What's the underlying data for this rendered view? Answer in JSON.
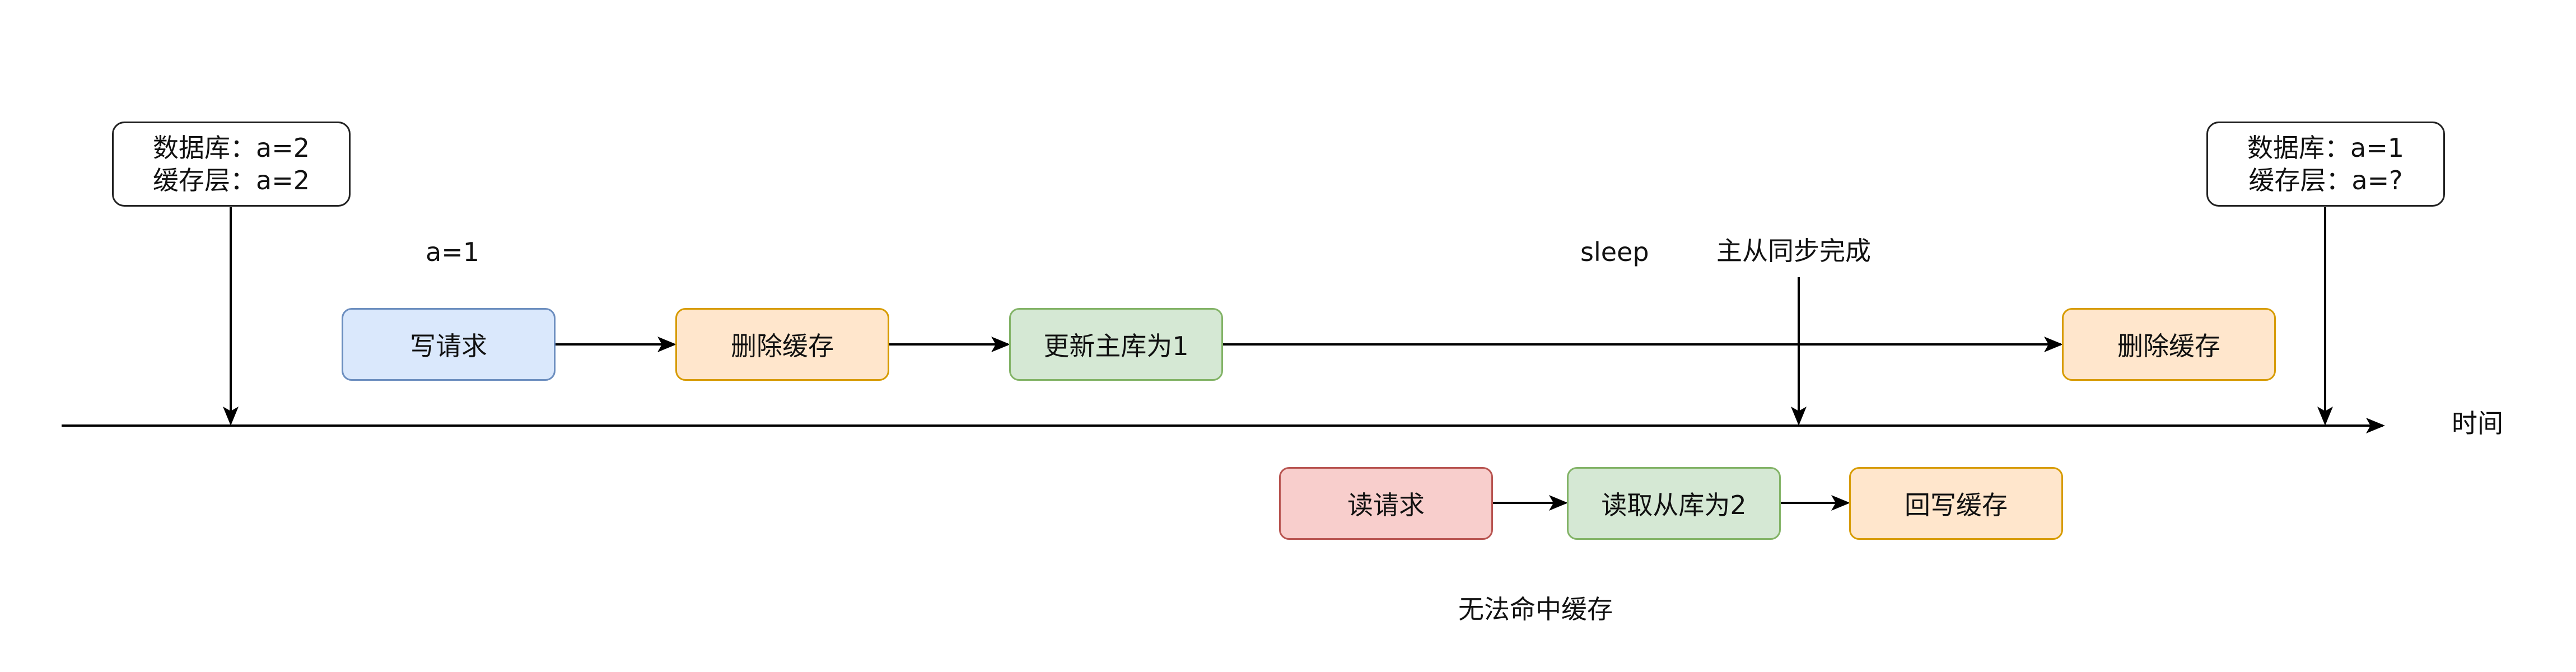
{
  "top_flow": {
    "write_request": "写请求",
    "delete_cache_1": "删除缓存",
    "update_master": "更新主库为1",
    "delete_cache_2": "删除缓存"
  },
  "bottom_flow": {
    "read_request": "读请求",
    "read_slave": "读取从库为2",
    "write_back_cache": "回写缓存"
  },
  "notes": {
    "initial": {
      "line1": "数据库：a=2",
      "line2": "缓存层：a=2"
    },
    "final": {
      "line1": "数据库：a=1",
      "line2": "缓存层：a=?"
    }
  },
  "labels": {
    "set_value": "a=1",
    "sleep": "sleep",
    "sync_done": "主从同步完成",
    "cache_miss": "无法命中缓存",
    "time_axis": "时间"
  },
  "colors": {
    "blue_fill": "#dae8fc",
    "orange_fill": "#ffe6cc",
    "green_fill": "#d5e8d4",
    "red_fill": "#f8cecc"
  }
}
